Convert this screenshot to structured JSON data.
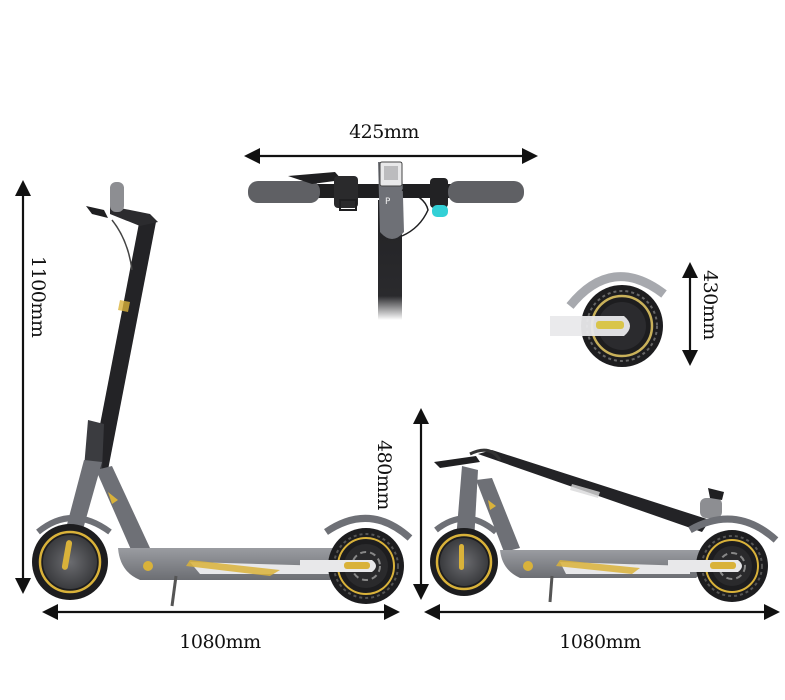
{
  "diagram": {
    "subject": "Electric scooter dimensions",
    "colors": {
      "background": "#ffffff",
      "frame_dark": "#2b2b2e",
      "frame_grey": "#6e7076",
      "deck_grey": "#8a8c91",
      "accent_gold": "#d9b23a",
      "tire": "#1d1d1f",
      "grip": "#5f6064",
      "indicator_cyan": "#33d0d6",
      "deck_stripe": "#e8e8ea",
      "annotation": "#111111"
    },
    "dimensions": {
      "handlebar_width": {
        "label": "425mm",
        "value": 425,
        "unit": "mm",
        "orientation": "horizontal"
      },
      "total_height": {
        "label": "1100mm",
        "value": 1100,
        "unit": "mm",
        "orientation": "vertical"
      },
      "wheel_height": {
        "label": "430mm",
        "value": 430,
        "unit": "mm",
        "orientation": "vertical"
      },
      "folded_height": {
        "label": "480mm",
        "value": 480,
        "unit": "mm",
        "orientation": "vertical"
      },
      "unfolded_length": {
        "label": "1080mm",
        "value": 1080,
        "unit": "mm",
        "orientation": "horizontal"
      },
      "folded_length": {
        "label": "1080mm",
        "value": 1080,
        "unit": "mm",
        "orientation": "horizontal"
      }
    },
    "views": [
      {
        "id": "handlebar-top-view",
        "description": "Handlebar with grips, brake lever, display and cyan throttle button"
      },
      {
        "id": "unfolded-side-view",
        "description": "Scooter standing unfolded, side profile"
      },
      {
        "id": "rear-wheel-detail",
        "description": "Rear wheel close-up with fender"
      },
      {
        "id": "folded-side-view",
        "description": "Scooter folded, stem lowered onto rear fender"
      }
    ]
  }
}
